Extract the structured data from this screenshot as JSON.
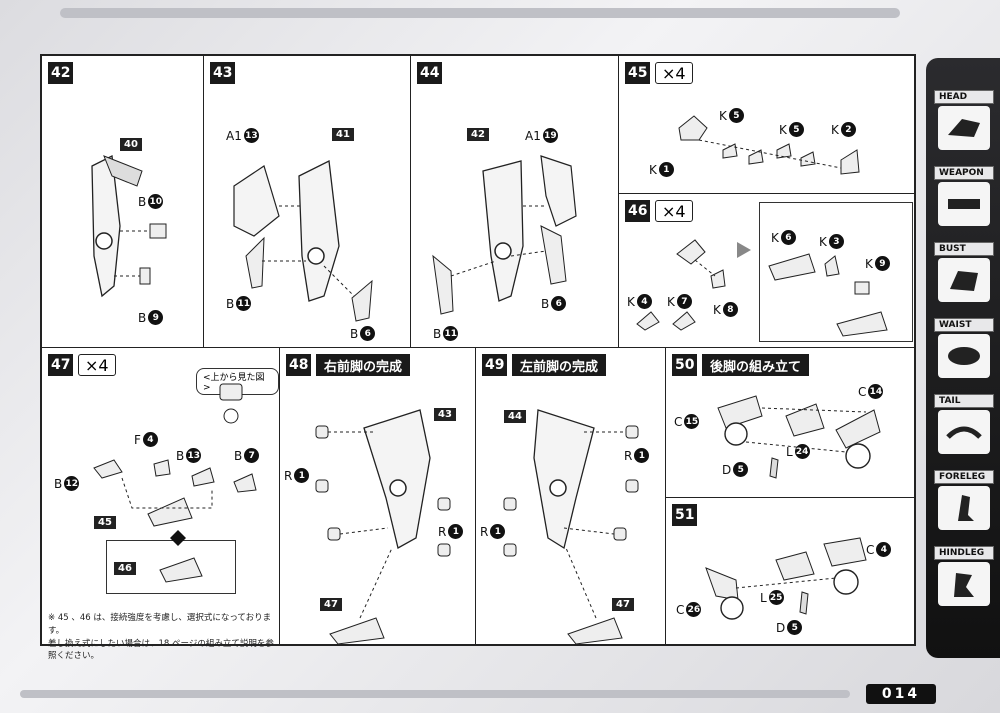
{
  "page_number": "014",
  "side_tabs": [
    {
      "label": "HEAD",
      "icon": "zoid-head-icon"
    },
    {
      "label": "WEAPON",
      "icon": "zoid-weapon-icon"
    },
    {
      "label": "BUST",
      "icon": "zoid-bust-icon"
    },
    {
      "label": "WAIST",
      "icon": "zoid-waist-icon"
    },
    {
      "label": "TAIL",
      "icon": "zoid-tail-icon"
    },
    {
      "label": "FORELEG",
      "icon": "zoid-foreleg-icon"
    },
    {
      "label": "HINDLEG",
      "icon": "zoid-hindleg-icon"
    }
  ],
  "steps": {
    "s42": {
      "num": "42",
      "parts": {
        "p40": "40"
      },
      "labels": [
        {
          "code": "B",
          "n": "10"
        },
        {
          "code": "B",
          "n": "9"
        }
      ]
    },
    "s43": {
      "num": "43",
      "parts": {
        "p41": "41"
      },
      "labels": [
        {
          "code": "A1",
          "n": "13"
        },
        {
          "code": "B",
          "n": "11"
        },
        {
          "code": "B",
          "n": "6"
        }
      ]
    },
    "s44": {
      "num": "44",
      "parts": {
        "p42": "42"
      },
      "labels": [
        {
          "code": "A1",
          "n": "19"
        },
        {
          "code": "B",
          "n": "11"
        },
        {
          "code": "B",
          "n": "6"
        }
      ]
    },
    "s45": {
      "num": "45",
      "multiplier": "×4",
      "labels": [
        {
          "code": "K",
          "n": "5"
        },
        {
          "code": "K",
          "n": "5"
        },
        {
          "code": "K",
          "n": "2"
        },
        {
          "code": "K",
          "n": "1"
        }
      ]
    },
    "s46": {
      "num": "46",
      "multiplier": "×4",
      "labels": [
        {
          "code": "K",
          "n": "4"
        },
        {
          "code": "K",
          "n": "7"
        },
        {
          "code": "K",
          "n": "8"
        },
        {
          "code": "K",
          "n": "6"
        },
        {
          "code": "K",
          "n": "3"
        },
        {
          "code": "K",
          "n": "9"
        }
      ]
    },
    "s47": {
      "num": "47",
      "multiplier": "×4",
      "top_view": "<上から見た図>",
      "parts": {
        "p45": "45",
        "p46": "46"
      },
      "labels": [
        {
          "code": "F",
          "n": "4"
        },
        {
          "code": "B",
          "n": "13"
        },
        {
          "code": "B",
          "n": "7"
        },
        {
          "code": "B",
          "n": "12"
        }
      ],
      "note_line1": "※ 45 、46 は、接続強度を考慮し、選択式になっております。",
      "note_line2": "差し換え式にしたい場合は、18 ページの組み立て説明を参照ください。"
    },
    "s48": {
      "num": "48",
      "title": "右前脚の完成",
      "parts": {
        "p43": "43",
        "p47": "47"
      },
      "labels": [
        {
          "code": "R",
          "n": "1"
        },
        {
          "code": "R",
          "n": "1"
        }
      ]
    },
    "s49": {
      "num": "49",
      "title": "左前脚の完成",
      "parts": {
        "p44": "44",
        "p47": "47"
      },
      "labels": [
        {
          "code": "R",
          "n": "1"
        },
        {
          "code": "R",
          "n": "1"
        }
      ]
    },
    "s50": {
      "num": "50",
      "title": "後脚の組み立て",
      "labels": [
        {
          "code": "C",
          "n": "15"
        },
        {
          "code": "C",
          "n": "14"
        },
        {
          "code": "L",
          "n": "24"
        },
        {
          "code": "D",
          "n": "5"
        }
      ]
    },
    "s51": {
      "num": "51",
      "labels": [
        {
          "code": "C",
          "n": "4"
        },
        {
          "code": "L",
          "n": "25"
        },
        {
          "code": "C",
          "n": "26"
        },
        {
          "code": "D",
          "n": "5"
        }
      ]
    }
  },
  "colors": {
    "ink": "#1a1a1a",
    "paper": "#ffffff",
    "frame": "#d8d8dc"
  }
}
